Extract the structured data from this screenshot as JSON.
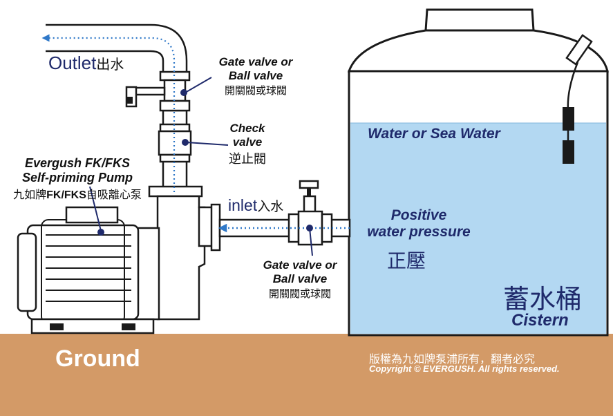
{
  "colors": {
    "ground": "#d39a67",
    "water": "#b3d8f2",
    "pipe": "#ffffff",
    "outline": "#1a1a1a",
    "flow_arrow": "#2f78c8",
    "label_navy": "#1f2a6b",
    "pointer": "#1f2a6b"
  },
  "icons": [
    "pump-icon",
    "gate-valve-icon",
    "check-valve-icon",
    "cistern-icon",
    "float-switch-icon",
    "flow-arrow-icon"
  ],
  "labels": {
    "outlet": {
      "en": "Outlet",
      "zh": "出水"
    },
    "gate_valve_top": {
      "line1": "Gate valve or",
      "line2": "Ball valve",
      "zh": "開關閥或球閥"
    },
    "check_valve": {
      "line1": "Check",
      "line2": "valve",
      "zh": "逆止閥"
    },
    "pump": {
      "line1": "Evergush FK/FKS",
      "line2": "Self-priming Pump",
      "zh_prefix": "九如牌",
      "zh_model": "FK/FKS",
      "zh_suffix": "自吸離心泵"
    },
    "inlet": {
      "en": "inlet",
      "zh": "入水"
    },
    "gate_valve_bottom": {
      "line1": "Gate valve or",
      "line2": "Ball valve",
      "zh": "開關閥或球閥"
    },
    "water": "Water or Sea Water",
    "pressure": {
      "line1": "Positive",
      "line2": "water pressure",
      "zh": "正壓"
    },
    "cistern": {
      "zh": "蓄水桶",
      "en": "Cistern"
    },
    "ground": "Ground",
    "copyright": {
      "zh": "版權為九如牌泵浦所有，翻者必究",
      "en": "Copyright © EVERGUSH. All rights reserved."
    }
  }
}
